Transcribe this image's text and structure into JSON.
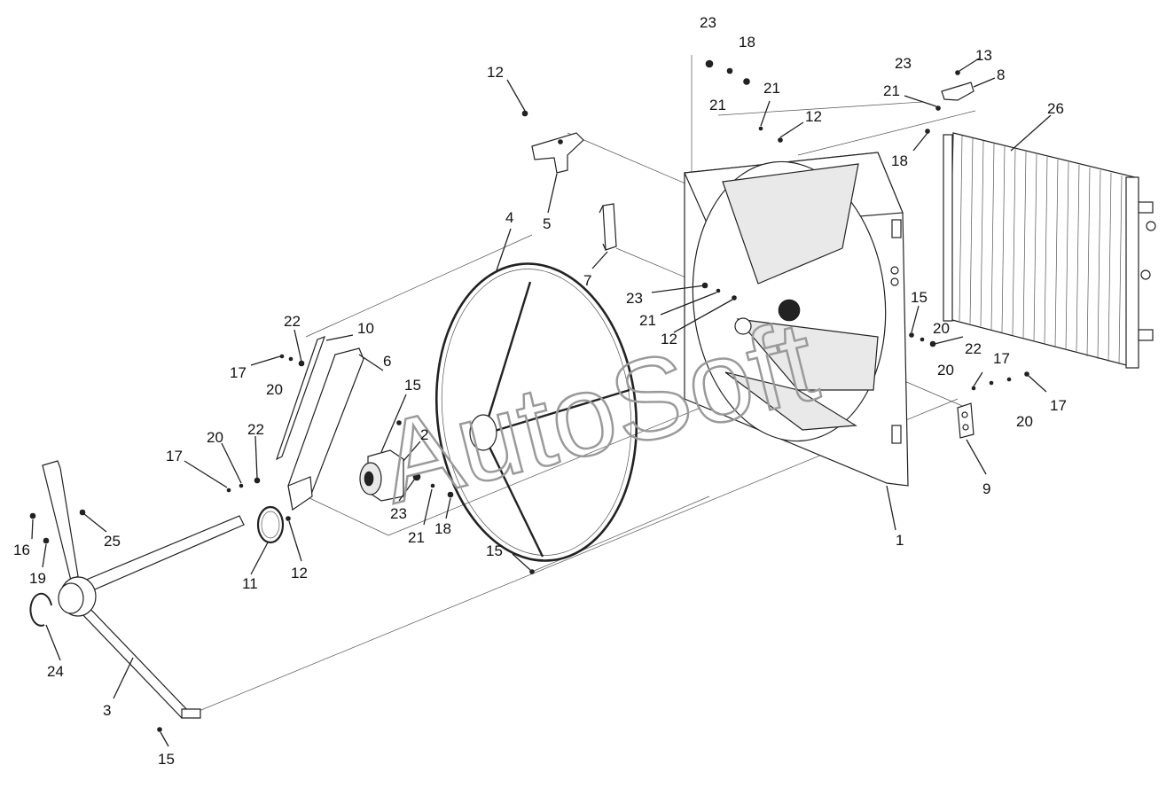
{
  "watermark": "AutoSoft",
  "callouts": [
    {
      "id": "c1",
      "text": "23"
    },
    {
      "id": "c2",
      "text": "18"
    },
    {
      "id": "c3",
      "text": "12"
    },
    {
      "id": "c4",
      "text": "21"
    },
    {
      "id": "c5",
      "text": "21"
    },
    {
      "id": "c6",
      "text": "12"
    },
    {
      "id": "c7",
      "text": "23"
    },
    {
      "id": "c8",
      "text": "13"
    },
    {
      "id": "c9",
      "text": "8"
    },
    {
      "id": "c10",
      "text": "21"
    },
    {
      "id": "c11",
      "text": "26"
    },
    {
      "id": "c12",
      "text": "18"
    },
    {
      "id": "c13",
      "text": "5"
    },
    {
      "id": "c14",
      "text": "4"
    },
    {
      "id": "c15",
      "text": "7"
    },
    {
      "id": "c16",
      "text": "23"
    },
    {
      "id": "c17",
      "text": "21"
    },
    {
      "id": "c18",
      "text": "12"
    },
    {
      "id": "c19",
      "text": "15"
    },
    {
      "id": "c20",
      "text": "20"
    },
    {
      "id": "c21",
      "text": "22"
    },
    {
      "id": "c22",
      "text": "20"
    },
    {
      "id": "c23",
      "text": "17"
    },
    {
      "id": "c24",
      "text": "17"
    },
    {
      "id": "c25",
      "text": "20"
    },
    {
      "id": "c26",
      "text": "22"
    },
    {
      "id": "c27",
      "text": "10"
    },
    {
      "id": "c28",
      "text": "17"
    },
    {
      "id": "c29",
      "text": "20"
    },
    {
      "id": "c30",
      "text": "6"
    },
    {
      "id": "c31",
      "text": "15"
    },
    {
      "id": "c32",
      "text": "2"
    },
    {
      "id": "c33",
      "text": "9"
    },
    {
      "id": "c34",
      "text": "20"
    },
    {
      "id": "c35",
      "text": "22"
    },
    {
      "id": "c36",
      "text": "17"
    },
    {
      "id": "c37",
      "text": "1"
    },
    {
      "id": "c38",
      "text": "23"
    },
    {
      "id": "c39",
      "text": "21"
    },
    {
      "id": "c40",
      "text": "18"
    },
    {
      "id": "c41",
      "text": "25"
    },
    {
      "id": "c42",
      "text": "16"
    },
    {
      "id": "c43",
      "text": "19"
    },
    {
      "id": "c44",
      "text": "11"
    },
    {
      "id": "c45",
      "text": "12"
    },
    {
      "id": "c46",
      "text": "15"
    },
    {
      "id": "c47",
      "text": "24"
    },
    {
      "id": "c48",
      "text": "3"
    },
    {
      "id": "c49",
      "text": "15"
    }
  ]
}
